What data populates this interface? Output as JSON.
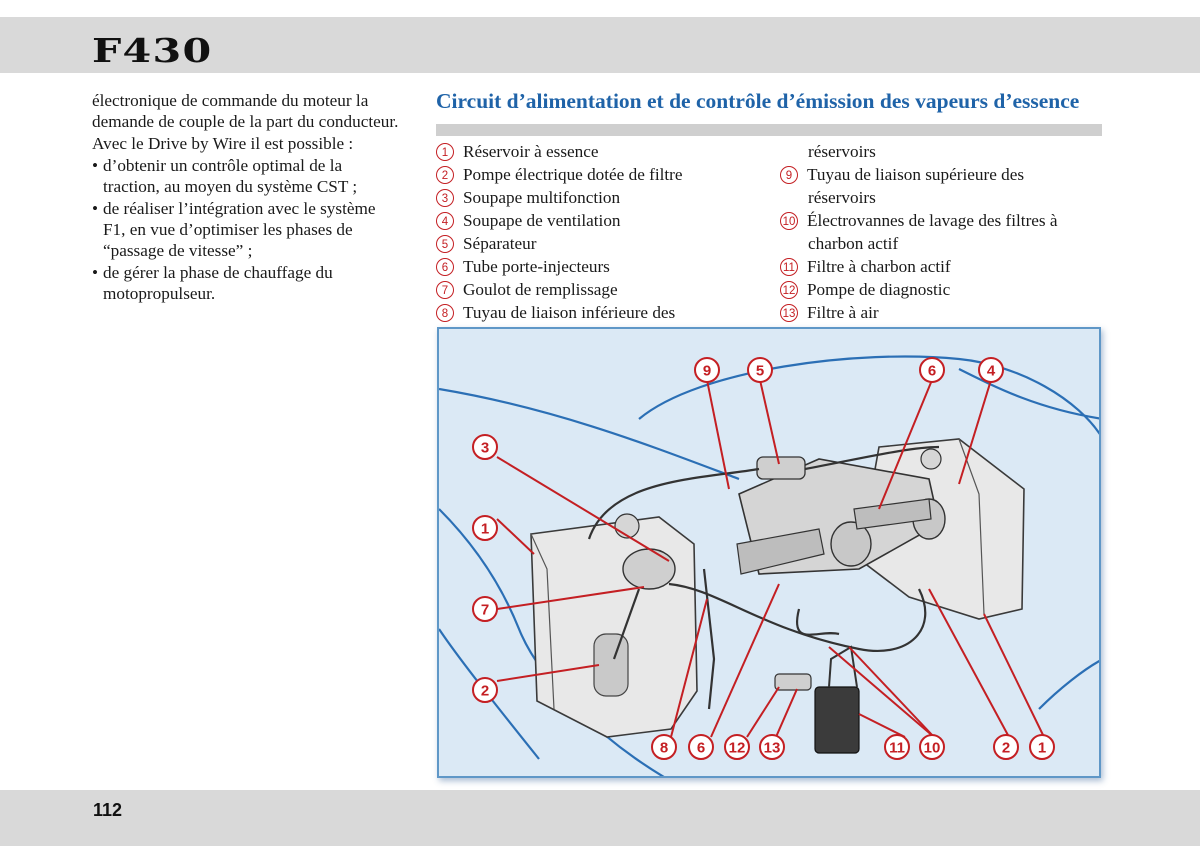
{
  "header": {
    "logo": "F430"
  },
  "left": {
    "p1": "électronique de commande du moteur la demande de couple de la part du conducteur.",
    "p2": "Avec le Drive by Wire il est possible :",
    "bullets": [
      "d’obtenir un contrôle optimal de la traction, au moyen du système CST ;",
      "de réaliser l’intégration avec le système F1, en vue d’optimiser les phases de “passage de vitesse” ;",
      "de gérer la phase de chauffage du motopropulseur."
    ]
  },
  "section": {
    "title": "Circuit d’alimentation et de contrôle d’émission des vapeurs d’essence"
  },
  "legend": {
    "i1": {
      "n": "1",
      "t": "Réservoir à essence"
    },
    "i2": {
      "n": "2",
      "t": "Pompe électrique dotée de filtre"
    },
    "i3": {
      "n": "3",
      "t": "Soupape multifonction"
    },
    "i4": {
      "n": "4",
      "t": "Soupape de ventilation"
    },
    "i5": {
      "n": "5",
      "t": "Séparateur"
    },
    "i6": {
      "n": "6",
      "t": "Tube porte-injecteurs"
    },
    "i7": {
      "n": "7",
      "t": "Goulot de remplissage"
    },
    "i8": {
      "n": "8",
      "t": "Tuyau de liaison inférieure des"
    },
    "i8b": "réservoirs",
    "i9": {
      "n": "9",
      "t": "Tuyau de liaison supérieure des"
    },
    "i9b": "réservoirs",
    "i10": {
      "n": "10",
      "t": "Électrovannes de lavage des filtres à"
    },
    "i10b": "charbon actif",
    "i11": {
      "n": "11",
      "t": "Filtre à charbon actif"
    },
    "i12": {
      "n": "12",
      "t": "Pompe de diagnostic"
    },
    "i13": {
      "n": "13",
      "t": "Filtre à air"
    }
  },
  "diagram": {
    "callouts": {
      "c9": "9",
      "c5": "5",
      "c6a": "6",
      "c4": "4",
      "c3": "3",
      "c1a": "1",
      "c7": "7",
      "c2a": "2",
      "c8": "8",
      "c6b": "6",
      "c12": "12",
      "c13": "13",
      "c11": "11",
      "c10": "10",
      "c2b": "2",
      "c1b": "1"
    }
  },
  "footer": {
    "page": "112"
  },
  "colors": {
    "accent_red": "#c41f23",
    "title_blue": "#1f63a8",
    "bar_gray": "#d9d9d9",
    "diagram_bg": "#dbe9f5"
  }
}
